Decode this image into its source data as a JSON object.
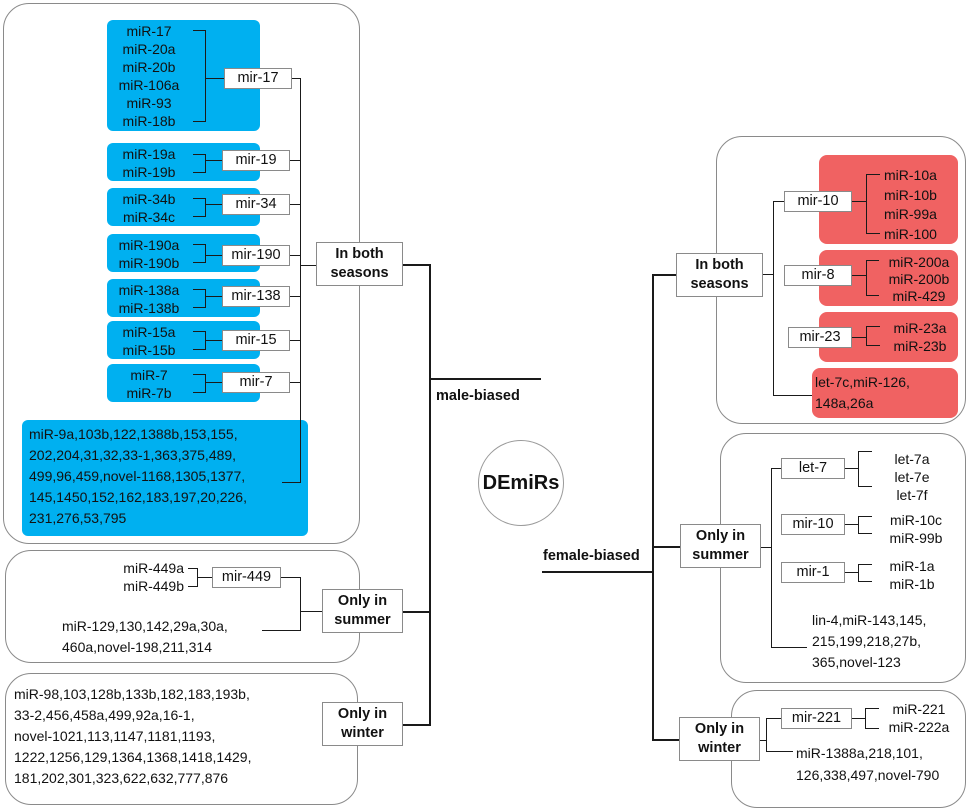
{
  "center": "DEmiRs",
  "male": {
    "label": "male-biased",
    "both": {
      "header": "In both\nseasons",
      "groups": [
        {
          "family": "mir-17",
          "members": [
            "miR-17",
            "miR-20a",
            "miR-20b",
            "miR-106a",
            "miR-93",
            "miR-18b"
          ]
        },
        {
          "family": "mir-19",
          "members": [
            "miR-19a",
            "miR-19b"
          ]
        },
        {
          "family": "mir-34",
          "members": [
            "miR-34b",
            "miR-34c"
          ]
        },
        {
          "family": "mir-190",
          "members": [
            "miR-190a",
            "miR-190b"
          ]
        },
        {
          "family": "mir-138",
          "members": [
            "miR-138a",
            "miR-138b"
          ]
        },
        {
          "family": "mir-15",
          "members": [
            "miR-15a",
            "miR-15b"
          ]
        },
        {
          "family": "mir-7",
          "members": [
            "miR-7",
            "miR-7b"
          ]
        }
      ],
      "others": "miR-9a,103b,122,1388b,153,155,\n202,204,31,32,33-1,363,375,489,\n499,96,459,novel-1168,1305,1377,\n145,1450,152,162,183,197,20,226,\n231,276,53,795"
    },
    "summer": {
      "header": "Only in\nsummer",
      "group": {
        "family": "mir-449",
        "members": [
          "miR-449a",
          "miR-449b"
        ]
      },
      "others": "miR-129,130,142,29a,30a,\n460a,novel-198,211,314"
    },
    "winter": {
      "header": "Only in\nwinter",
      "others": "miR-98,103,128b,133b,182,183,193b,\n33-2,456,458a,499,92a,16-1,\nnovel-1021,113,1147,1181,1193,\n1222,1256,129,1364,1368,1418,1429,\n181,202,301,323,622,632,777,876"
    }
  },
  "female": {
    "label": "female-biased",
    "both": {
      "header": "In both\nseasons",
      "groups": [
        {
          "family": "mir-10",
          "members": [
            "miR-10a",
            "miR-10b",
            "miR-99a",
            "miR-100"
          ]
        },
        {
          "family": "mir-8",
          "members": [
            "miR-200a",
            "miR-200b",
            "miR-429"
          ]
        },
        {
          "family": "mir-23",
          "members": [
            "miR-23a",
            "miR-23b"
          ]
        }
      ],
      "others": "let-7c,miR-126,\n148a,26a"
    },
    "summer": {
      "header": "Only in\nsummer",
      "groups": [
        {
          "family": "let-7",
          "members": [
            "let-7a",
            "let-7e",
            "let-7f"
          ]
        },
        {
          "family": "mir-10",
          "members": [
            "miR-10c",
            "miR-99b"
          ]
        },
        {
          "family": "mir-1",
          "members": [
            "miR-1a",
            "miR-1b"
          ]
        }
      ],
      "others": "lin-4,miR-143,145,\n215,199,218,27b,\n365,novel-123"
    },
    "winter": {
      "header": "Only in\nwinter",
      "group": {
        "family": "mir-221",
        "members": [
          "miR-221",
          "miR-222a"
        ]
      },
      "others": "miR-1388a,218,101,\n126,338,497,novel-790"
    }
  },
  "colors": {
    "male_fill": "#00b0f0",
    "female_fill": "#f06262",
    "line": "#1a1a1a",
    "border": "#8a8a8a"
  }
}
